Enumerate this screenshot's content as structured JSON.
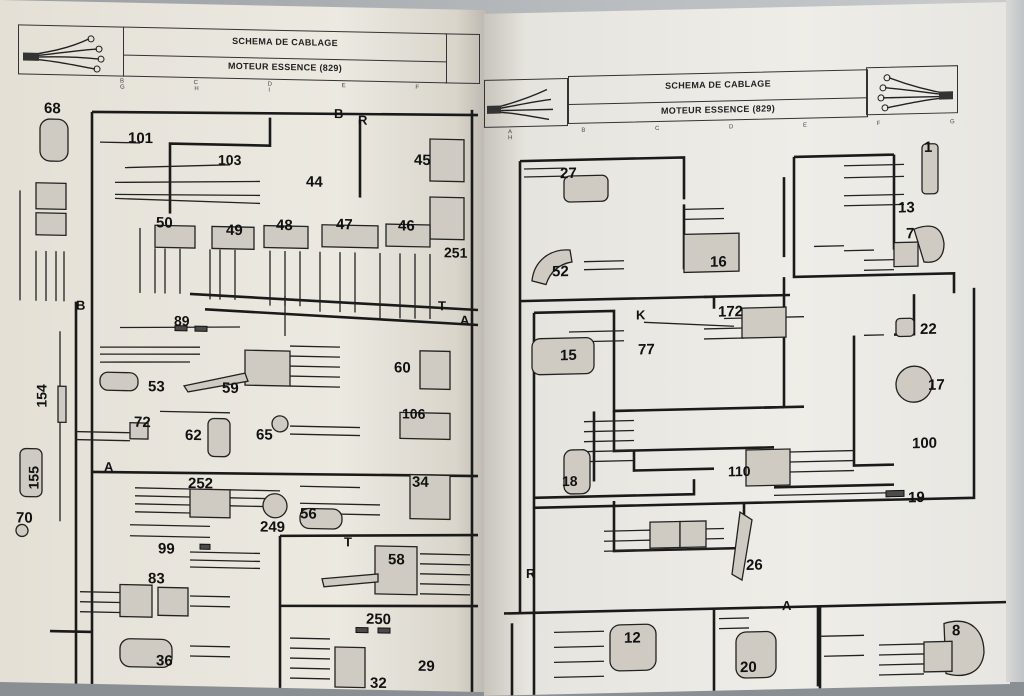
{
  "left_page": {
    "header": {
      "title": "SCHEMA DE CABLAGE",
      "subtitle": "MOTEUR ESSENCE (829)"
    },
    "ruler": "B C D E F G H I",
    "bus_labels": [
      "B",
      "R",
      "B",
      "A",
      "T",
      "A",
      "T"
    ],
    "components": [
      "68",
      "101",
      "103",
      "44",
      "45",
      "50",
      "49",
      "48",
      "47",
      "46",
      "251",
      "89",
      "53",
      "59",
      "60",
      "154",
      "72",
      "62",
      "65",
      "106",
      "155",
      "70",
      "252",
      "249",
      "56",
      "34",
      "99",
      "58",
      "83",
      "250",
      "36",
      "29",
      "32"
    ]
  },
  "right_page": {
    "header": {
      "title": "SCHEMA DE CABLAGE",
      "subtitle": "MOTEUR ESSENCE (829)"
    },
    "ruler": "A B C D E F G H",
    "bus_labels": [
      "K",
      "R",
      "A"
    ],
    "components": [
      "27",
      "1",
      "13",
      "7",
      "16",
      "52",
      "172",
      "15",
      "77",
      "22",
      "17",
      "18",
      "110",
      "100",
      "19",
      "26",
      "12",
      "20",
      "8"
    ]
  }
}
